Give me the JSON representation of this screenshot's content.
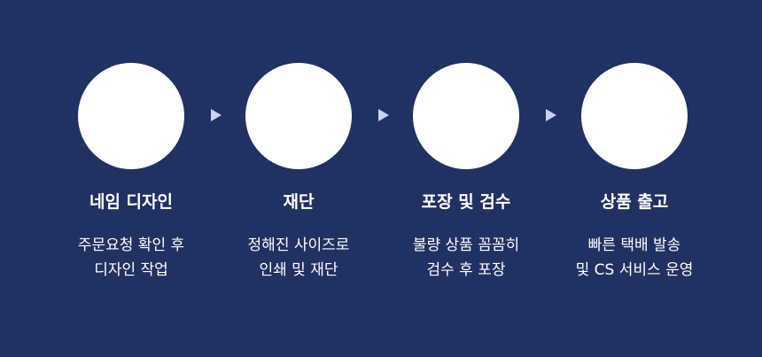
{
  "accent_colors": {
    "background": "#213162",
    "circle": "#ffffff",
    "arrow": "#c8d3f0",
    "text": "#ffffff"
  },
  "arrow_icon": "triangle-right-icon",
  "steps": [
    {
      "title": "네임 디자인",
      "desc_lines": [
        "주문요청 확인 후",
        "디자인 작업"
      ]
    },
    {
      "title": "재단",
      "desc_lines": [
        "정해진 사이즈로",
        "인쇄 및 재단"
      ]
    },
    {
      "title": "포장 및 검수",
      "desc_lines": [
        "불량 상품 꼼꼼히",
        "검수 후 포장"
      ]
    },
    {
      "title": "상품 출고",
      "desc_lines": [
        "빠른 택배 발송",
        "및 CS 서비스 운영"
      ]
    }
  ]
}
